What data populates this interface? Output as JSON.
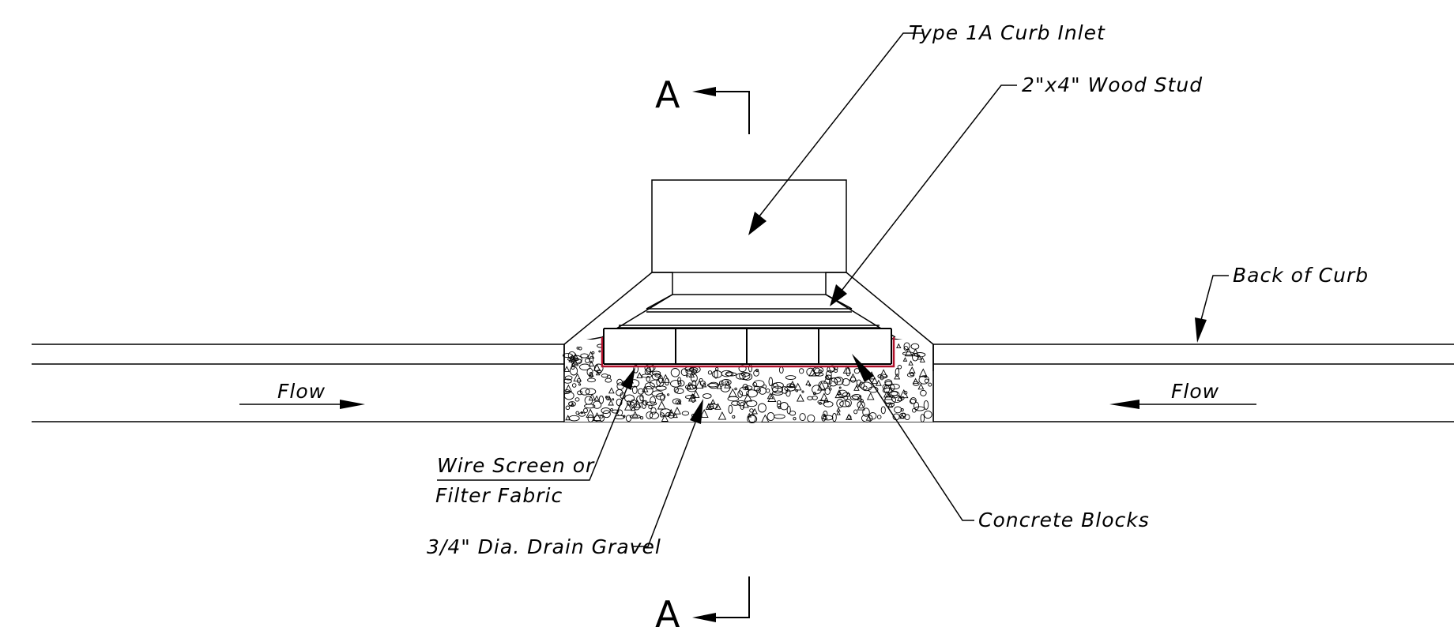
{
  "labels": {
    "curb_inlet": "Type 1A Curb Inlet",
    "wood_stud": "2\"x4\" Wood Stud",
    "back_of_curb": "Back of Curb",
    "flow_left": "Flow",
    "flow_right": "Flow",
    "wire_screen_line1": "Wire Screen or",
    "wire_screen_line2": "Filter Fabric",
    "drain_gravel": "3/4\" Dia. Drain Gravel",
    "concrete_blocks": "Concrete Blocks",
    "section_top": "A",
    "section_bottom": "A"
  },
  "colors": {
    "line": "#000000",
    "filter_fabric": "#b0102a",
    "background": "#ffffff"
  },
  "blocks": {
    "count": 4
  }
}
